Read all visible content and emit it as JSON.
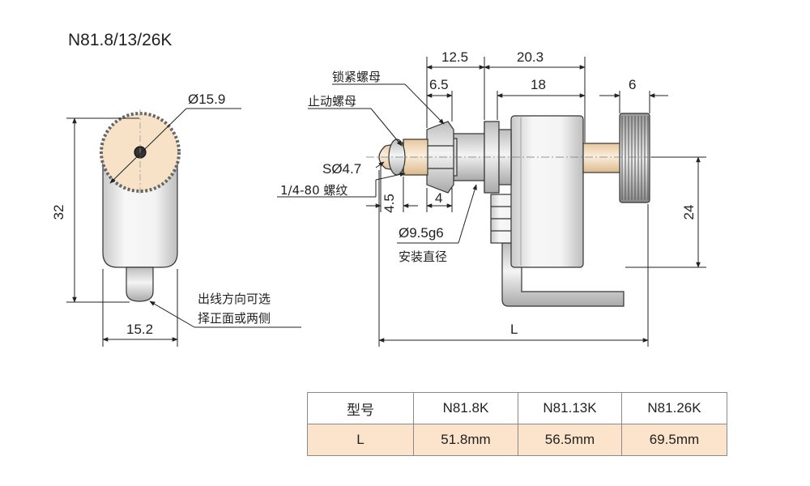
{
  "title": "N81.8/13/26K",
  "left_view": {
    "dim_diameter": "Ø15.9",
    "dim_height": "32",
    "dim_width": "15.2",
    "note_line1": "出线方向可选",
    "note_line2": "择正面或两侧"
  },
  "side_view": {
    "dim_top_1": "12.5",
    "dim_top_2": "20.3",
    "dim_6_5": "6.5",
    "dim_18": "18",
    "dim_6": "6",
    "label_lock_nut": "锁紧螺母",
    "label_stop_nut": "止动螺母",
    "label_s_dia": "SØ4.7",
    "label_thread": "1/4-80 螺纹",
    "dim_4_5": "4.5",
    "dim_4": "4",
    "dim_mount_dia": "Ø9.5g6",
    "label_mount": "安装直径",
    "dim_24": "24",
    "dim_L": "L"
  },
  "table": {
    "headers": [
      "型号",
      "N81.8K",
      "N81.13K",
      "N81.26K"
    ],
    "row": [
      "L",
      "51.8mm",
      "56.5mm",
      "69.5mm"
    ]
  },
  "colors": {
    "knob_fill": "#f7e2c8",
    "body_fill": "#e9e9e9",
    "shaft_fill": "#f4dcbc",
    "table_row_fill": "#fbe3cc"
  }
}
